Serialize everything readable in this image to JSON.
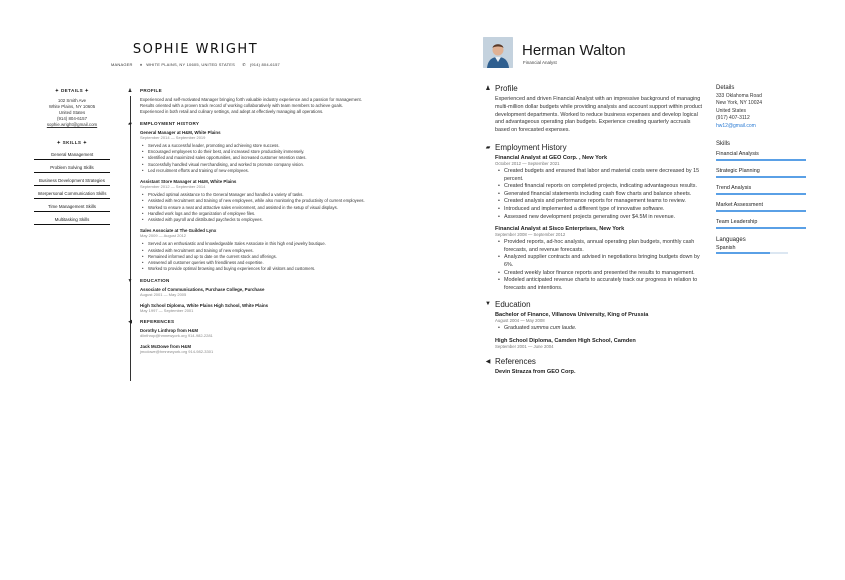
{
  "left": {
    "name": "SOPHIE WRIGHT",
    "contact": {
      "role": "MANAGER",
      "address": "WHITE PLAINS, NY 10605, UNITED STATES",
      "phone": "(914) 804-6157"
    },
    "details": {
      "title": "DETAILS",
      "lines": [
        "102 Smith Ave",
        "White Plains, NY 10605",
        "United States",
        "(914) 804-6157"
      ],
      "email": "sophie.wright@gmail.com"
    },
    "skills": {
      "title": "SKILLS",
      "items": [
        "General Management",
        "Problem Solving Skills",
        "Business Development Strategies",
        "Interpersonal Communication Skills",
        "Time Management Skills",
        "Multitasking Skills"
      ]
    },
    "profile": {
      "title": "PROFILE",
      "text": "Experienced and self-motivated Manager bringing forth valuable industry experience and a passion for management. Results oriented with a proven track record of working collaboratively with team members to achieve goals. Experienced in both retail and culinary settings, and adept at effectively managing all operations."
    },
    "employment": {
      "title": "EMPLOYMENT HISTORY",
      "jobs": [
        {
          "title": "General Manager at H&M, White Plains",
          "date": "September 2014 — September 2019",
          "bullets": [
            "Served as a successful leader, promoting and achieving store success.",
            "Encouraged employees to do their best, and increased store productivity immensely.",
            "Identified and maximized sales opportunities, and increased customer retention rates.",
            "Successfully handled visual merchandising, and worked to promote company vision.",
            "Led recruitment efforts and training of new employees."
          ]
        },
        {
          "title": "Assistant Store Manager at H&M, White Plains",
          "date": "September 2012 — September 2014",
          "bullets": [
            "Provided optimal assistance to the General Manager and handled a variety of tasks.",
            "Assisted with recruitment and training of new employees, while also monitoring the productivity of current employees.",
            "Worked to ensure a neat and attractive sales environment, and assisted in the setup of visual displays.",
            "Handled work logs and the organization of employee files.",
            "Assisted with payroll and distributed paychecks to employees."
          ]
        },
        {
          "title": "Sales Associate at The Guilded Lynx",
          "date": "May 2009 — August 2012",
          "bullets": [
            "Served as an enthusiastic and knowledgeable Sales Associate in this high end jewelry boutique.",
            "Assisted with recruitment and training of new employees.",
            "Remained informed and up to date on the current stock and offerings.",
            "Answered all customer queries with friendliness and expertise.",
            "Worked to provide optimal browsing and buying experiences for all visitors and customers."
          ]
        }
      ]
    },
    "education": {
      "title": "EDUCATION",
      "items": [
        {
          "title": "Associate of Communications, Purchase College, Purchase",
          "date": "August 2001 — May 2005"
        },
        {
          "title": "High School Diploma, White Plains High School, White Plains",
          "date": "May 1997 — September 2001"
        }
      ]
    },
    "references": {
      "title": "REFERENCES",
      "items": [
        {
          "name": "Dorothy Linthrop from H&M",
          "contact": "dlinthrop@hmnewyork.org   914-982-2281"
        },
        {
          "name": "Jack McDowe from H&M",
          "contact": "jmcdowe@hmnewyork.org   914-982-3301"
        }
      ]
    }
  },
  "right": {
    "name": "Herman Walton",
    "role": "Financial Analyst",
    "profile": {
      "title": "Profile",
      "text": "Experienced and driven Financial Analyst with an impressive background of managing multi-million dollar budgets while providing analysis and account support within product development departments. Worked to reduce business expenses and develop logical and advantageous operating plan budgets. Experience creating quarterly accruals based on forecasted expenses."
    },
    "employment": {
      "title": "Employment History",
      "jobs": [
        {
          "title": "Financial Analyst at GEO Corp. , New York",
          "date": "October 2012 — September 2021",
          "bullets": [
            "Created budgets and ensured that labor and material costs were decreased by 15 percent.",
            "Created financial reports on completed projects, indicating advantageous results.",
            "Generated financial statements including cash flow charts and balance sheets.",
            "Created analysis and performance reports for management teams to review.",
            "Introduced and implemented a different type of innovative software.",
            "Assessed new development projects generating over $4.5M in revenue."
          ]
        },
        {
          "title": "Financial Analyst at Sisco Enterprises, New York",
          "date": "September 2008 — September 2012",
          "bullets": [
            "Provided reports, ad-hoc analysis, annual operating plan budgets, monthly cash forecasts, and revenue forecasts.",
            "Analyzed supplier contracts and advised in negotiations bringing budgets down by 6%.",
            "Created weekly labor finance reports and presented the results to management.",
            "Modeled anticipated revenue charts to accurately track our progress in relation to forecasts and intentions."
          ]
        }
      ]
    },
    "education": {
      "title": "Education",
      "items": [
        {
          "title": "Bachelor of Finance, Villanova University, King of Prussia",
          "date": "August 2004 — May 2008",
          "bullet_plain": "Graduated ",
          "bullet_italic": "summa cum laude."
        },
        {
          "title": "High School Diploma, Camden High School, Camden",
          "date": "September 2001 — June 2004"
        }
      ]
    },
    "references": {
      "title": "References",
      "items": [
        {
          "name": "Devin Strazza from GEO Corp."
        }
      ]
    },
    "details": {
      "title": "Details",
      "lines": [
        "333 Oklahoma Road",
        "New York, NY 10024",
        "United States",
        "(917) 407-3112"
      ],
      "email": "hw12@gmail.com"
    },
    "skills": {
      "title": "Skills",
      "items": [
        "Financial Analysis",
        "Strategic Planning",
        "Trend Analysis",
        "Market Assessment",
        "Team Leadership"
      ]
    },
    "languages": {
      "title": "Languages",
      "items": [
        {
          "name": "Spanish",
          "level": 0.75
        }
      ]
    }
  }
}
